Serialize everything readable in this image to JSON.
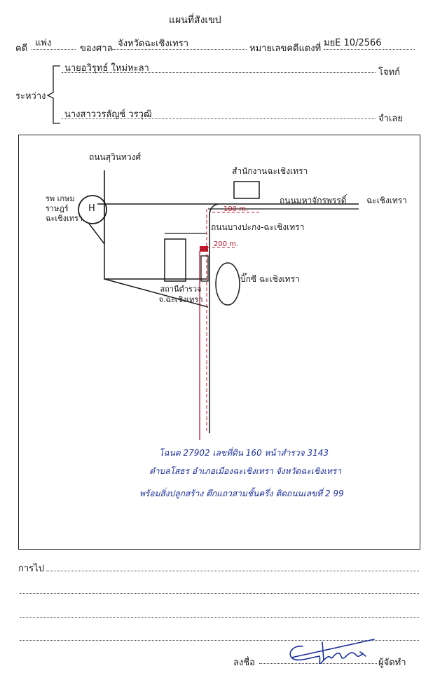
{
  "title": "แผนที่สังเขป",
  "case": {
    "case_label": "คดี",
    "case_type": "แพ่ง",
    "court_label": "ของศาล",
    "court_name": "จังหวัดฉะเชิงเทรา",
    "red_no_label": "หมายเลขคดีแดงที่",
    "red_no": "มยE 10/2566"
  },
  "parties": {
    "between_label": "ระหว่าง",
    "plaintiff_name": "นายอวิรุทธ์  ใหม่หะลา",
    "plaintiff_label": "โจทก์",
    "defendant_name": "นางสาววรลัญช์  วรวุฒิ",
    "defendant_label": "จำเลย"
  },
  "map": {
    "road_north": "ถนนสุวินทวงศ์",
    "hospital": "รพ เกษมราษฎร์ ฉะเชิงเทรา",
    "hospital_mark": "H",
    "office": "สำนักงานฉะเชิงเทรา",
    "road_east": "ถนนมหาจักรพรรดิ์",
    "city_east": "ฉะเชิงเทรา",
    "road_south": "ถนนบางปะกง-ฉะเชิงเทรา",
    "dist_1": "100 m.",
    "dist_2": "200 m.",
    "police": "สถานีตำรวจ จ.ฉะเชิงเทรา",
    "bigc": "บิ๊กซี ฉะเชิงเทรา",
    "note_line1": "โฉนด 27902  เลขที่ดิน 160  หน้าสำรวจ 3143",
    "note_line2": "ตำบลโสธร  อำเภอเมืองฉะเชิงเทรา  จังหวัดฉะเชิงเทรา",
    "note_line3": "พร้อมสิ่งปลูกสร้าง ตึกแถวสามชั้นครึ่ง ติดถนนเลขที่ 2 99"
  },
  "route": {
    "label": "การไป"
  },
  "signature": {
    "sign_label": "ลงชื่อ",
    "role_label": "ผู้จัดทำ"
  },
  "colors": {
    "ink": "#1a1a1a",
    "pen_blue": "#1c2f9a",
    "pen_red": "#c0182a"
  }
}
